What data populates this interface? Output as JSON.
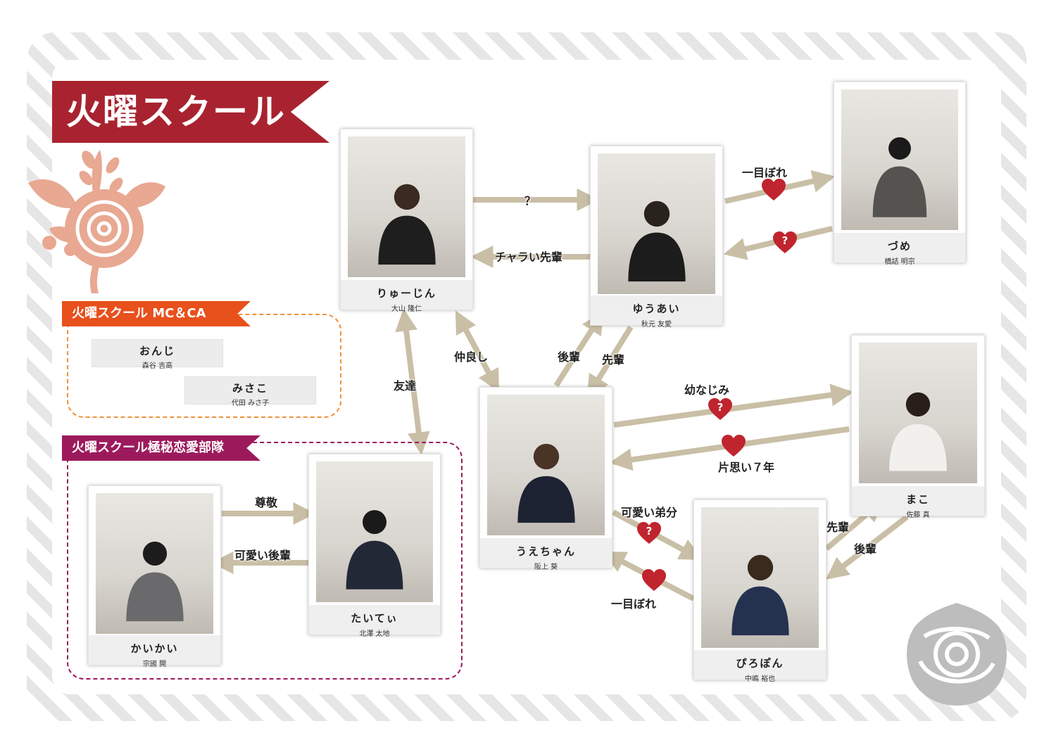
{
  "title": "火曜スクール",
  "colors": {
    "title_bg": "#a8232f",
    "mc_tag": "#e8501c",
    "mc_border": "#f0923a",
    "secret_tag": "#9c1a5c",
    "secret_border": "#9c1a5c",
    "arrow": "#c9bfa6",
    "heart": "#c0242e",
    "rose_pink": "#e8a892",
    "rose_gray": "#bdbdbd"
  },
  "groups": {
    "mc": {
      "label": "火曜スクール MC＆CA"
    },
    "secret": {
      "label": "火曜スクール極秘恋愛部隊"
    }
  },
  "mc_cards": [
    {
      "nickname": "おんじ",
      "realname": "森谷 吉高"
    },
    {
      "nickname": "みさこ",
      "realname": "代田 みさ子"
    }
  ],
  "people": {
    "ryujin": {
      "nickname": "りゅーじん",
      "realname": "大山 隆仁"
    },
    "yuai": {
      "nickname": "ゆうあい",
      "realname": "秋元 友愛"
    },
    "zume": {
      "nickname": "づめ",
      "realname": "橋詰 明宗"
    },
    "uechan": {
      "nickname": "うえちゃん",
      "realname": "阪上 葵"
    },
    "mako": {
      "nickname": "まこ",
      "realname": "佐藤 真"
    },
    "piropon": {
      "nickname": "ぴろぽん",
      "realname": "中嶋 裕也"
    },
    "taitei": {
      "nickname": "たいてぃ",
      "realname": "北澤 太地"
    },
    "kaikai": {
      "nickname": "かいかい",
      "realname": "宗國 開"
    }
  },
  "relations": {
    "ryujin_to_yuai": "？",
    "yuai_to_ryujin": "チャラい先輩",
    "yuai_to_zume": "一目ぼれ",
    "ryujin_uechan": "仲良し",
    "ryujin_taitei": "友達",
    "uechan_to_yuai": "後輩",
    "yuai_to_uechan": "先輩",
    "uechan_mako": "幼なじみ",
    "mako_to_uechan": "片思い７年",
    "uechan_to_piropon": "可愛い弟分",
    "piropon_to_uechan": "一目ぼれ",
    "piropon_to_mako": "先輩",
    "mako_to_piropon": "後輩",
    "kaikai_to_taitei": "尊敬",
    "taitei_to_kaikai": "可愛い後輩"
  },
  "heart_marks": {
    "zume_to_yuai": "?",
    "uechan_mako": "?",
    "uechan_to_piropon": "?"
  }
}
